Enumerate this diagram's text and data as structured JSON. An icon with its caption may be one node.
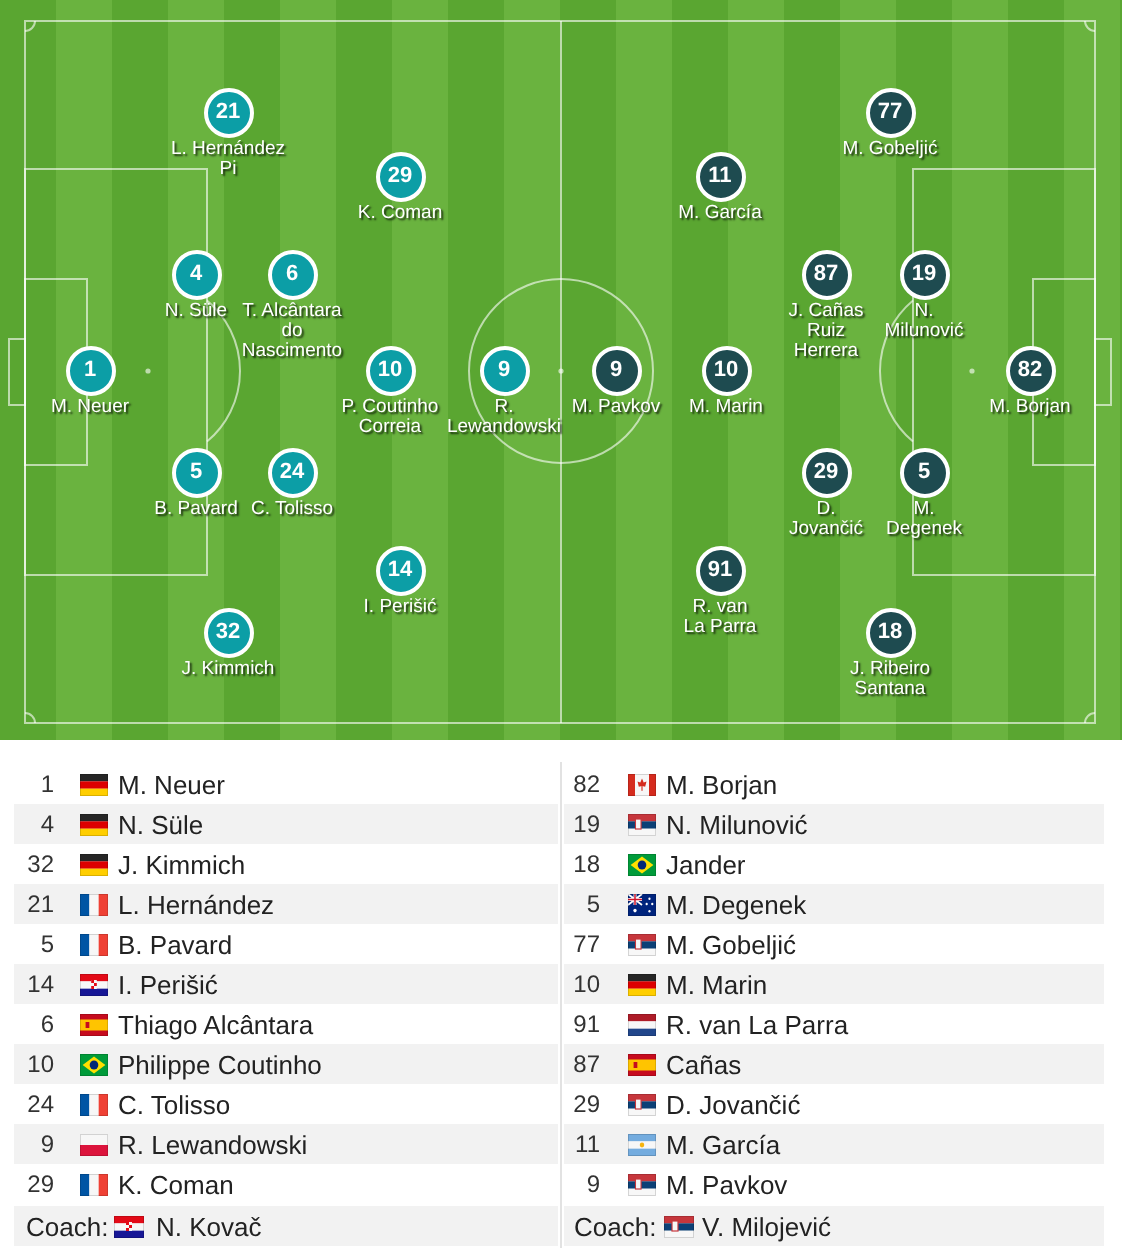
{
  "diagram": {
    "nodes": [
      {
        "text": [
          "21"
        ],
        "beside": [
          "L. Hernández Pi"
        ]
      },
      {
        "text": [
          "77"
        ],
        "beside": [
          "M. Gobeljić"
        ]
      },
      {
        "text": [
          "29"
        ],
        "beside": [
          "K. Coman"
        ]
      },
      {
        "text": [
          "11"
        ],
        "beside": [
          "M. García"
        ]
      },
      {
        "text": [
          "4"
        ],
        "beside": [
          "N. Süle"
        ]
      },
      {
        "text": [
          "6"
        ],
        "beside": [
          "T. Alcântara do Nascimento"
        ]
      },
      {
        "text": [
          "87"
        ],
        "beside": [
          "J. Cañas Ruiz Herrera"
        ]
      },
      {
        "text": [
          "19"
        ],
        "beside": [
          "N. Milunović"
        ]
      },
      {
        "text": [
          "1"
        ],
        "beside": [
          "M. Neuer"
        ]
      },
      {
        "text": [
          "10"
        ],
        "beside": [
          "P. Coutinho Correia"
        ]
      },
      {
        "text": [
          "9"
        ],
        "beside": [
          "R. Lewandowski"
        ]
      },
      {
        "text": [
          "9"
        ],
        "beside": [
          "M. Pavkov"
        ]
      },
      {
        "text": [
          "10"
        ],
        "beside": [
          "M. Marin"
        ]
      },
      {
        "text": [
          "82"
        ],
        "beside": [
          "M. Borjan"
        ]
      },
      {
        "text": [
          "5"
        ],
        "beside": [
          "B. Pavard"
        ]
      },
      {
        "text": [
          "24"
        ],
        "beside": [
          "C. Tolisso"
        ]
      },
      {
        "text": [
          "29"
        ],
        "beside": [
          "D. Jovančić"
        ]
      },
      {
        "text": [
          "5"
        ],
        "beside": [
          "M. Degenek"
        ]
      },
      {
        "text": [
          "14"
        ],
        "beside": [
          "I. Perišić"
        ]
      },
      {
        "text": [
          "91"
        ],
        "beside": [
          "R. van La Parra"
        ]
      },
      {
        "text": [
          "32"
        ],
        "beside": [
          "J. Kimmich"
        ]
      },
      {
        "text": [
          "18"
        ],
        "beside": [
          "J. Ribeiro Santana"
        ]
      }
    ],
    "labels": [
      "1",
      "M. Neuer",
      "82",
      "M. Borjan",
      "4",
      "N. Süle",
      "19",
      "N. Milunović",
      "32",
      "J. Kimmich",
      "18",
      "Jander",
      "21",
      "L. Hernández",
      "5",
      "M. Degenek",
      "5",
      "B. Pavard",
      "77",
      "M. Gobeljić",
      "14",
      "I. Perišić",
      "10",
      "M. Marin",
      "6",
      "Thiago Alcântara",
      "91",
      "R. van La Parra",
      "10",
      "Philippe Coutinho",
      "87",
      "Cañas",
      "24",
      "C. Tolisso",
      "29",
      "D. Jovančić",
      "9",
      "R. Lewandowski",
      "11",
      "M. García",
      "29",
      "K. Coman",
      "9",
      "M. Pavkov",
      "Coach:",
      "N. Kovač",
      "Coach:",
      "V. Milojević"
    ]
  }
}
